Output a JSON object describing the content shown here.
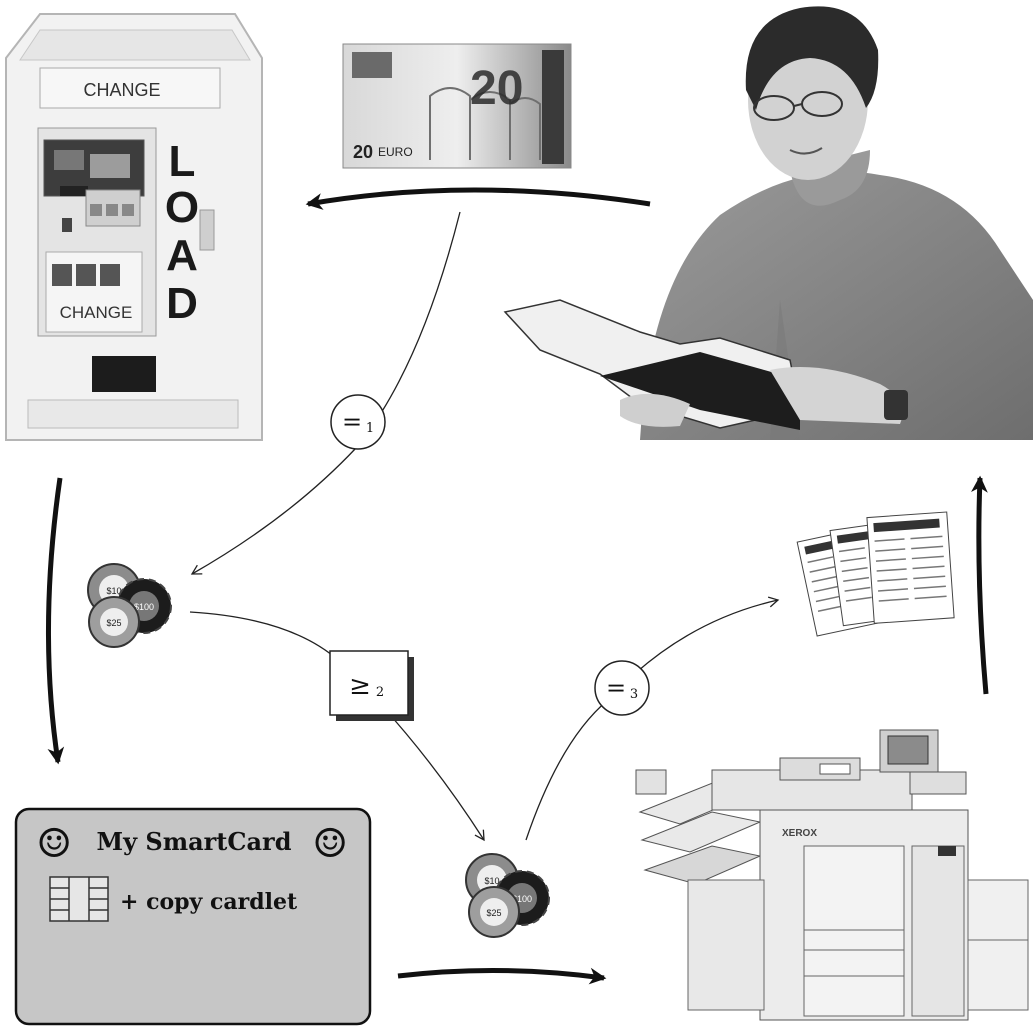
{
  "machine": {
    "top_sign": "CHANGE",
    "side_letters": [
      "L",
      "O",
      "A",
      "D"
    ],
    "panel_sign": "CHANGE"
  },
  "banknote": {
    "big_value": "20",
    "small_value": "20",
    "currency": "EURO"
  },
  "tokens": {
    "small_values": [
      "$10",
      "$25"
    ],
    "large_value": "$100"
  },
  "relations": {
    "eq1": {
      "symbol": "=",
      "sub": "1"
    },
    "ge2": {
      "symbol": "≥",
      "sub": "2"
    },
    "eq3": {
      "symbol": "=",
      "sub": "3"
    }
  },
  "smartcard": {
    "title": "My SmartCard",
    "subtitle": "+ copy cardlet",
    "smiley": "☺"
  },
  "copier": {
    "brand": "XEROX"
  }
}
